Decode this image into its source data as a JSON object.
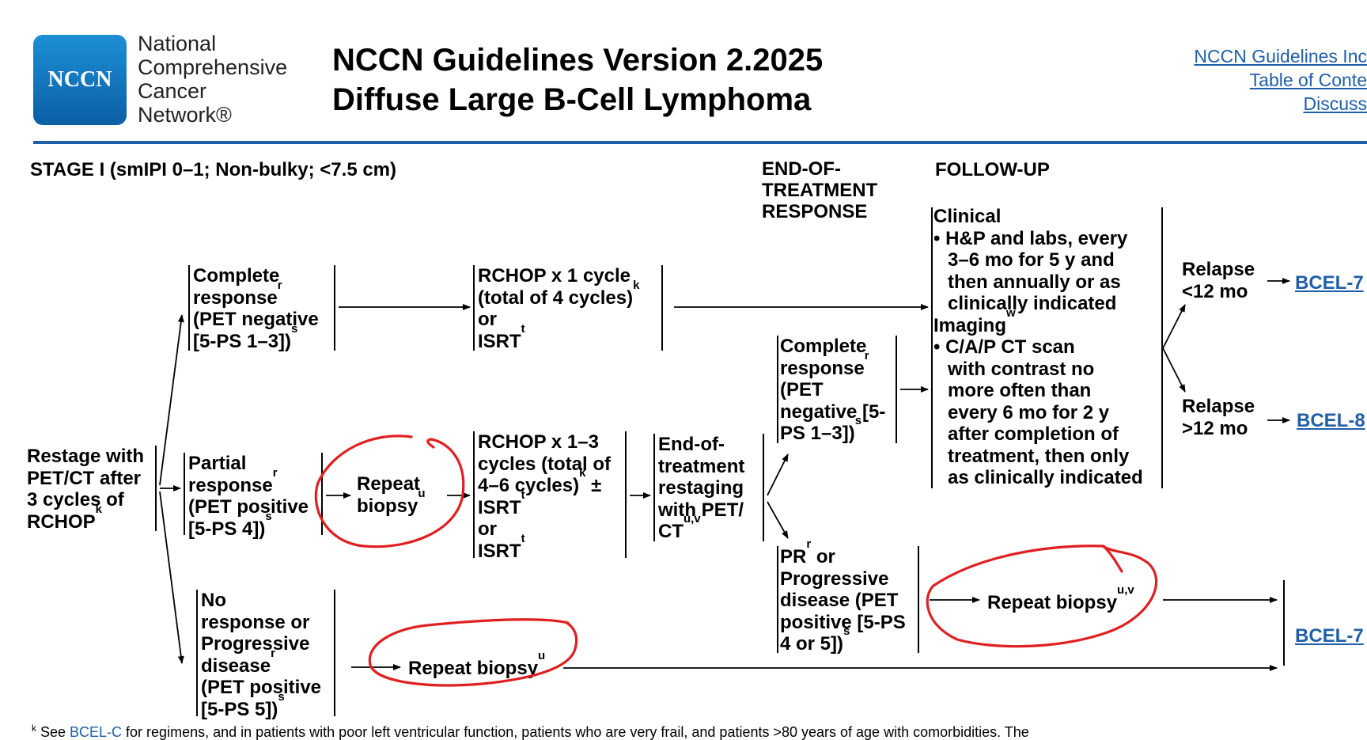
{
  "header": {
    "logo_text": "NCCN",
    "org_lines": [
      "National",
      "Comprehensive",
      "Cancer",
      "Network®"
    ],
    "title_line1": "NCCN Guidelines Version 2.2025",
    "title_line2": "Diffuse Large B-Cell Lymphoma",
    "links": [
      "NCCN Guidelines Inc",
      "Table of Conte",
      "Discuss"
    ]
  },
  "columns": {
    "stage": "STAGE I (smIPI 0–1; Non-bulky; <7.5 cm)",
    "eot_response": [
      "END-OF-",
      "TREATMENT",
      "RESPONSE"
    ],
    "follow_up": "FOLLOW-UP"
  },
  "nodes": {
    "restage": {
      "lines": [
        "Restage with",
        "PET/CT after",
        "3 cycles of",
        "RCHOP"
      ],
      "sup": "k"
    },
    "complete_response": {
      "l1": "Complete",
      "l2": "response",
      "l2_sup": "r",
      "l3": "(PET negative",
      "l4": "[5-PS 1–3])",
      "l4_sup": "s"
    },
    "partial_response": {
      "l1": "Partial",
      "l2": "response",
      "l2_sup": "r",
      "l3": "(PET positive",
      "l4": "[5-PS 4])",
      "l4_sup": "s"
    },
    "no_response": {
      "l1": "No",
      "l2": "response or",
      "l3": "Progressive",
      "l4": "disease",
      "l4_sup": "r",
      "l5": "(PET positive",
      "l6": "[5-PS 5])",
      "l6_sup": "s"
    },
    "rchop_1": {
      "l1": "RCHOP x 1 cycle",
      "l2": "(total of 4 cycles)",
      "l2_sup": "k",
      "l3": "or",
      "l4": "ISRT",
      "l4_sup": "t"
    },
    "repeat_biopsy_1": {
      "l1": "Repeat",
      "l2": "biopsy",
      "l2_sup": "u"
    },
    "rchop_13": {
      "l1": "RCHOP x 1–3",
      "l2": "cycles (total of",
      "l3": "4–6 cycles)",
      "l3_sup": "k",
      "l3_tail": " ±",
      "l4": "ISRT",
      "l4_sup": "t",
      "l5": "or",
      "l6": "ISRT",
      "l6_sup": "t"
    },
    "eot_restaging": {
      "l1": "End-of-",
      "l2": "treatment",
      "l3": "restaging",
      "l4": "with PET/",
      "l5": "CT",
      "l5_sup": "u,v"
    },
    "eot_complete": {
      "l1": "Complete",
      "l2": "response",
      "l2_sup": "r",
      "l3": "(PET",
      "l4": "negative [5-",
      "l5": "PS 1–3])",
      "l5_sup": "s"
    },
    "eot_pr": {
      "l1": "PR",
      "l1_sup": "r",
      "l1_tail": " or",
      "l2": "Progressive",
      "l3": "disease (PET",
      "l4": "positive [5-PS",
      "l5": "4 or 5])",
      "l5_sup": "s"
    },
    "repeat_biopsy_uv": {
      "text": "Repeat biopsy",
      "sup": "u,v"
    },
    "repeat_biopsy_2": {
      "text": "Repeat biopsy",
      "sup": "u"
    },
    "followup": {
      "clinical": "Clinical",
      "c1": "• H&P and labs, every",
      "c2": "3–6 mo for 5 y and",
      "c3": "then annually or as",
      "c4": "clinically indicated",
      "imaging": "Imaging",
      "imaging_sup": "w",
      "i1": "• C/A/P CT scan",
      "i2": "with contrast no",
      "i3": "more often than",
      "i4": "every 6 mo for 2 y",
      "i5": "after completion of",
      "i6": "treatment, then only",
      "i7": "as clinically indicated"
    },
    "relapse_lt12": {
      "l1": "Relapse",
      "l2": "<12 mo"
    },
    "relapse_gt12": {
      "l1": "Relapse",
      "l2": ">12 mo"
    },
    "xref_1": "BCEL-7",
    "xref_2": "BCEL-8",
    "xref_3": "BCEL-7"
  },
  "footnote": {
    "mark": "k",
    "lead": " See ",
    "link": "BCEL-C",
    "rest": " for regimens, and in patients with poor left ventricular function, patients who are very frail, and patients >80 years of age with comorbidities. The"
  },
  "colors": {
    "brand_blue": "#1f5fa8",
    "annotation_red": "#e02020"
  }
}
